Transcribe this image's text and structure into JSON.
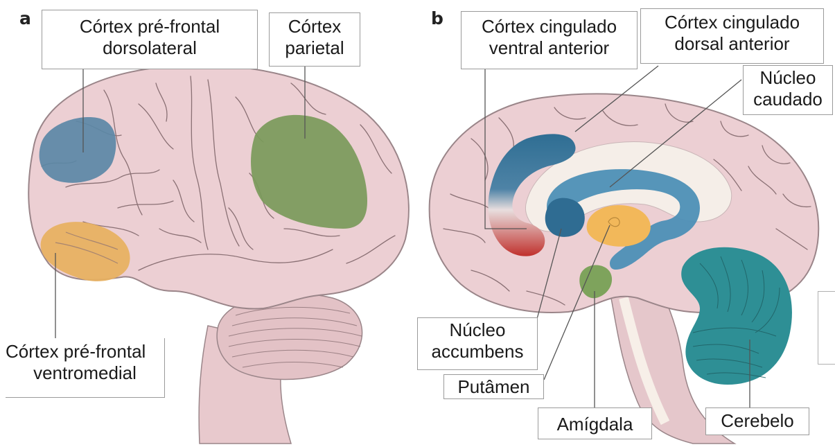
{
  "panels": {
    "a": {
      "letter": "a"
    },
    "b": {
      "letter": "b"
    }
  },
  "labels": {
    "dlpfc": {
      "line1": "Córtex pré-frontal",
      "line2": "dorsolateral"
    },
    "parietal": {
      "line1": "Córtex",
      "line2": "parietal"
    },
    "vmpfc": {
      "line1": "Córtex pré-frontal",
      "line2": "ventromedial"
    },
    "vacc": {
      "line1": "Córtex cingulado",
      "line2": "ventral anterior"
    },
    "dacc": {
      "line1": "Córtex cingulado",
      "line2": "dorsal anterior"
    },
    "caudate": {
      "line1": "Núcleo",
      "line2": "caudado"
    },
    "accumbens": {
      "line1": "Núcleo",
      "line2": "accumbens"
    },
    "putamen": {
      "line1": "Putâmen"
    },
    "amygdala": {
      "line1": "Amígdala"
    },
    "cerebellum": {
      "line1": "Cerebelo"
    }
  },
  "colors": {
    "brain": "#eccfd3",
    "brain_stroke": "#9a8589",
    "sulcus": "#8a7074",
    "white_matter": "#f5eee8",
    "dlpfc_blue": "#5b88a6",
    "parietal_green": "#7a9a5a",
    "vmpfc_orange": "#e7b060",
    "cingulate_blue": "#3a7394",
    "cingulate_red": "#c33a34",
    "striatum_blue": "#4d8fb6",
    "putamen_orange": "#f2b85a",
    "amygdala_green": "#7ea35c",
    "cerebellum_teal": "#2e8f95",
    "leader": "#555555"
  }
}
